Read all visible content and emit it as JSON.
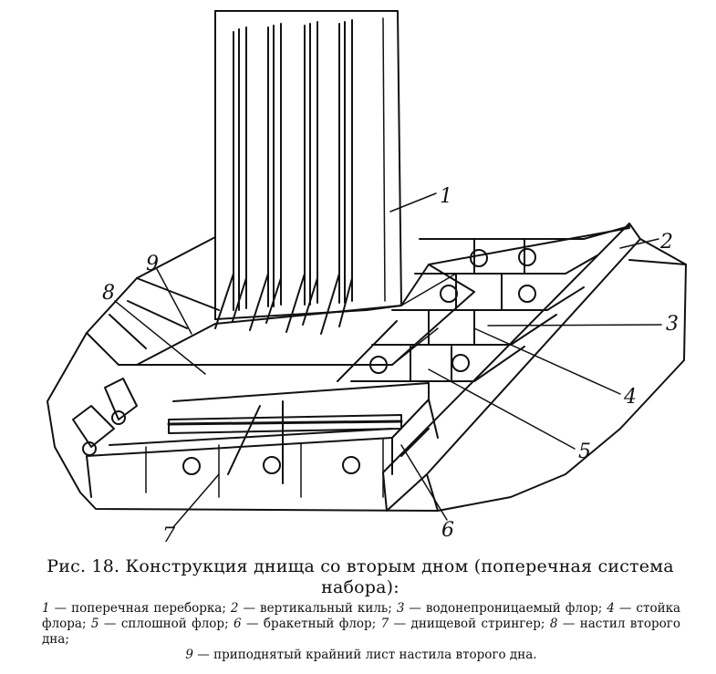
{
  "figure": {
    "callouts": [
      "1",
      "2",
      "3",
      "4",
      "5",
      "6",
      "7",
      "8",
      "9"
    ],
    "colors": {
      "ink": "#111111",
      "paper": "#ffffff"
    }
  },
  "caption": {
    "title_line1": "Рис. 18. Конструкция днища со вторым дном (поперечная система",
    "title_line2": "набора):"
  },
  "legend": {
    "items": [
      {
        "num": "1",
        "text": "— поперечная переборка;"
      },
      {
        "num": "2",
        "text": "— вертикальный киль;"
      },
      {
        "num": "3",
        "text": "— водонепроницаемый флор;"
      },
      {
        "num": "4",
        "text": "— стойка флора;"
      },
      {
        "num": "5",
        "text": "— сплошной флор;"
      },
      {
        "num": "6",
        "text": "— бракетный флор;"
      },
      {
        "num": "7",
        "text": "— днищевой стрингер;"
      },
      {
        "num": "8",
        "text": "— настил второго дна;"
      },
      {
        "num": "9",
        "text": "— приподнятый крайний лист настила второго дна."
      }
    ]
  }
}
